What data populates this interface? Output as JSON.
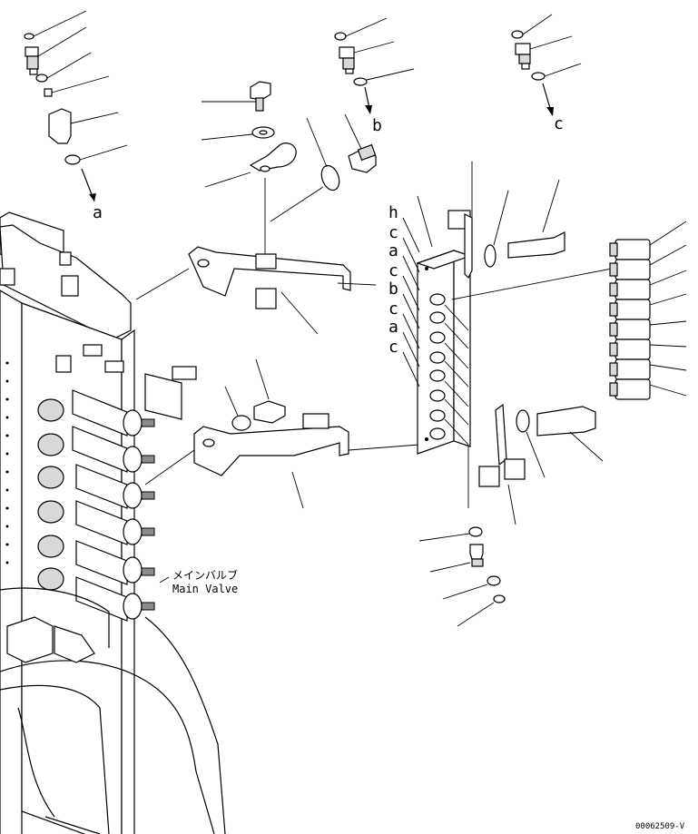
{
  "diagram": {
    "callout_letters": [
      "a",
      "b",
      "c"
    ],
    "block_port_letters": [
      "h",
      "c",
      "a",
      "c",
      "b",
      "c",
      "a",
      "c"
    ],
    "main_valve_label_jp": "メインバルブ",
    "main_valve_label_en": "Main Valve",
    "drawing_code": "00062509-V"
  }
}
